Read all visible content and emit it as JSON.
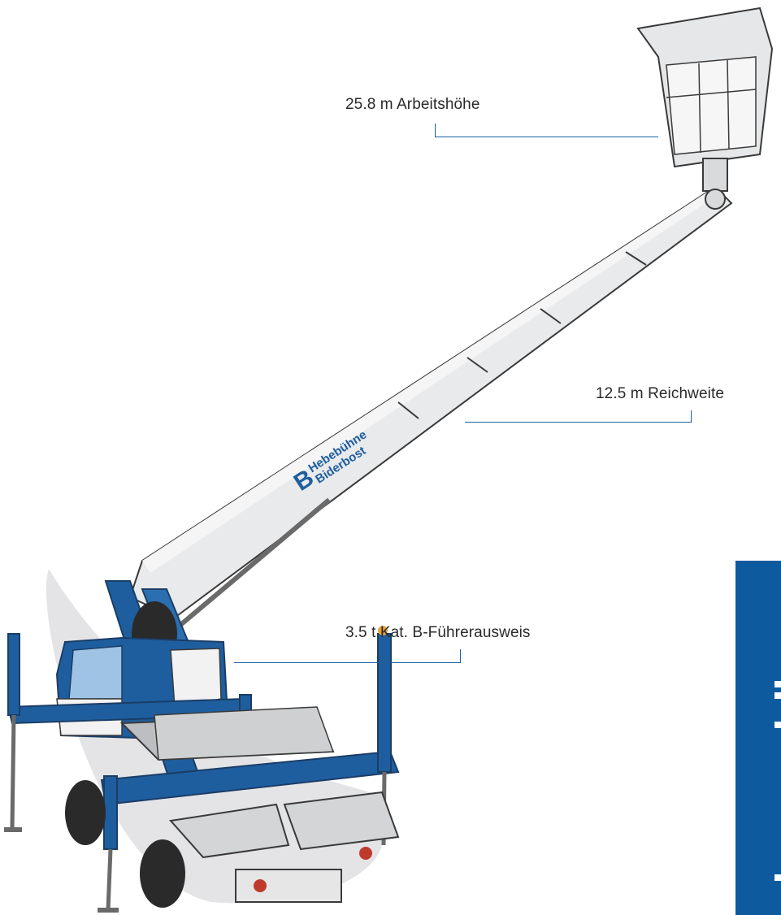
{
  "specs": {
    "working_height": "25.8 m Arbeitshöhe",
    "reach": "12.5 m Reichweite",
    "license": "3.5 t Kat. B-Führerausweis"
  },
  "branding": {
    "line1": "Hebebühne",
    "line2": "Biderbost"
  },
  "colors": {
    "brand_blue": "#1f5e9e",
    "side_tab": "#0d5a9f",
    "boom_grey": "#e9eaec",
    "outline": "#3a3a3a"
  },
  "icons": {
    "logo": "hb-logo-icon"
  }
}
